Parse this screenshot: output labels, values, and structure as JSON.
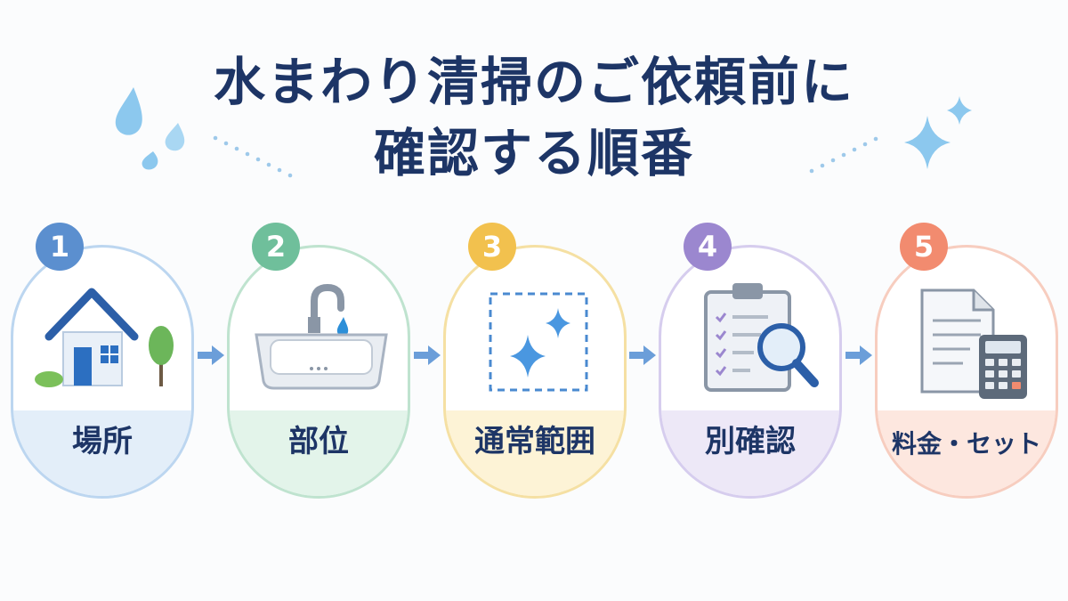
{
  "title": {
    "line1": "水まわり清掃のご依頼前に",
    "line2": "確認する順番"
  },
  "steps": [
    {
      "number": "1",
      "label": "場所",
      "icon": "house-icon",
      "color": "#5b8fcf",
      "border": "#bcd6f0",
      "band": "#e3eef9"
    },
    {
      "number": "2",
      "label": "部位",
      "icon": "sink-faucet-icon",
      "color": "#6fbf9b",
      "border": "#bfe3cf",
      "band": "#e3f4ea"
    },
    {
      "number": "3",
      "label": "通常範囲",
      "icon": "sparkle-area-icon",
      "color": "#f2c14e",
      "border": "#f5e0a3",
      "band": "#fdf3d6"
    },
    {
      "number": "4",
      "label": "別確認",
      "icon": "clipboard-magnifier-icon",
      "color": "#9b87cf",
      "border": "#d6cdee",
      "band": "#ede8f7"
    },
    {
      "number": "5",
      "label": "料金・セット",
      "icon": "document-calculator-icon",
      "color": "#f28b6f",
      "border": "#f7cdbf",
      "band": "#fde7df"
    }
  ]
}
